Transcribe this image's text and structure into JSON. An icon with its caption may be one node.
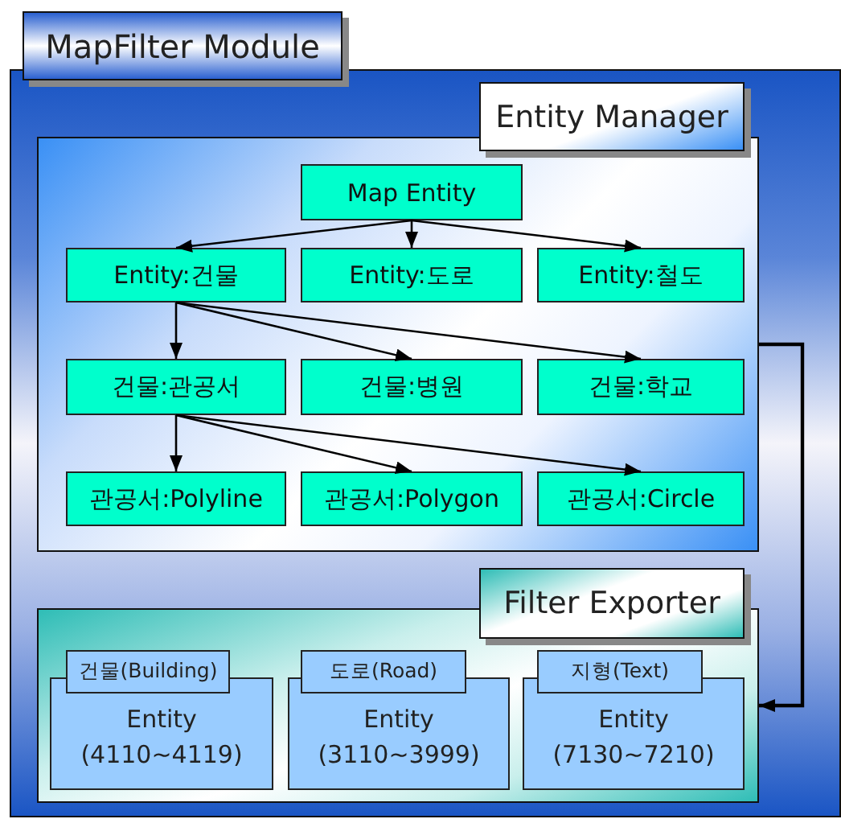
{
  "diagram": {
    "nodes": [
      {
        "text": [
          "MapFilter Module"
        ]
      },
      {
        "text": [
          "Entity Manager"
        ],
        "in": 0
      },
      {
        "text": [
          "Map Entity"
        ],
        "in": 1
      },
      {
        "text": [
          "Entity:건물"
        ],
        "in": 1
      },
      {
        "text": [
          "Entity:도로"
        ],
        "in": 1
      },
      {
        "text": [
          "Entity:철도"
        ],
        "in": 1
      },
      {
        "text": [
          "건물:관공서"
        ],
        "in": 1
      },
      {
        "text": [
          "건물:병원"
        ],
        "in": 1
      },
      {
        "text": [
          "건물:학교"
        ],
        "in": 1
      },
      {
        "text": [
          "관공서:Polyline"
        ],
        "in": 1
      },
      {
        "text": [
          "관공서:Polygon"
        ],
        "in": 1
      },
      {
        "text": [
          "관공서:Circle"
        ],
        "in": 1
      },
      {
        "text": [
          "Filter Exporter"
        ],
        "in": 0
      },
      {
        "text": [
          "건물(Building)",
          "Entity (4110~4119)"
        ],
        "in": 12
      },
      {
        "text": [
          "도로(Road)",
          "Entity (3110~3999)"
        ],
        "in": 12
      },
      {
        "text": [
          "지형(Text)",
          "Entity (7130~7210)"
        ],
        "in": 12
      }
    ],
    "edges": [
      {
        "from": 2,
        "to": 3,
        "arrow": "to"
      },
      {
        "from": 2,
        "to": 4,
        "arrow": "to"
      },
      {
        "from": 2,
        "to": 5,
        "arrow": "to"
      },
      {
        "from": 3,
        "to": 6,
        "arrow": "to"
      },
      {
        "from": 3,
        "to": 7,
        "arrow": "to"
      },
      {
        "from": 3,
        "to": 8,
        "arrow": "to"
      },
      {
        "from": 6,
        "to": 9,
        "arrow": "to"
      },
      {
        "from": 6,
        "to": 10,
        "arrow": "to"
      },
      {
        "from": 6,
        "to": 11,
        "arrow": "to"
      },
      {
        "from": 1,
        "to": 12,
        "arrow": "to"
      }
    ]
  }
}
